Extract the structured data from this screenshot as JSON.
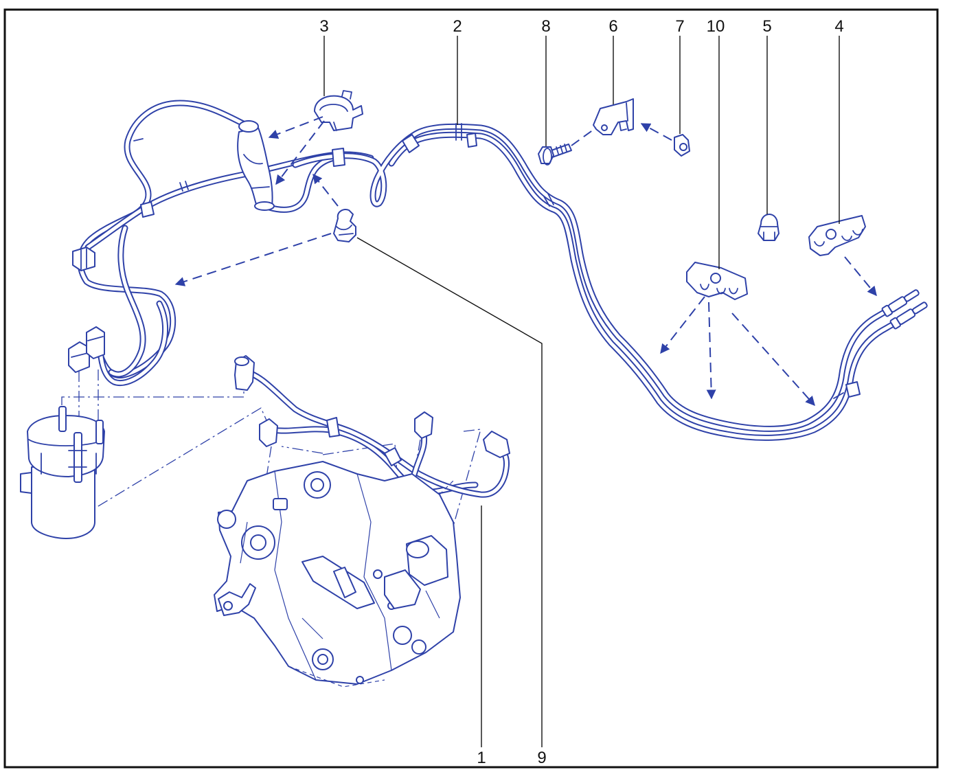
{
  "colors": {
    "drawing": "#2e41a8",
    "leader": "#111111",
    "frame": "#111111",
    "background": "#ffffff"
  },
  "callouts": {
    "n1": "1",
    "n2": "2",
    "n3": "3",
    "n4": "4",
    "n5": "5",
    "n6": "6",
    "n7": "7",
    "n8": "8",
    "n9": "9",
    "n10": "10"
  }
}
